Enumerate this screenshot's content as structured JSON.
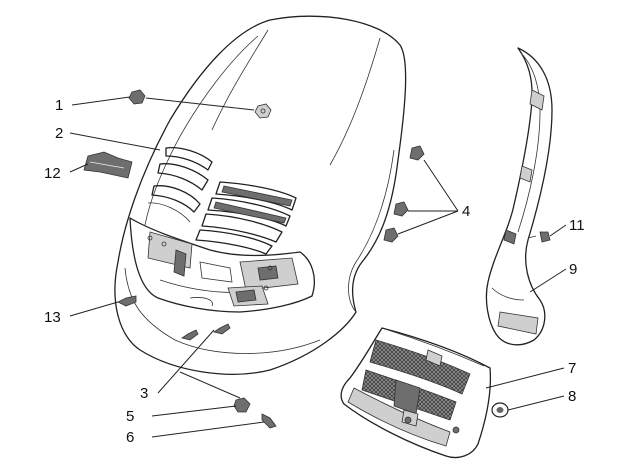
{
  "callouts": [
    {
      "id": "c1",
      "label": "1"
    },
    {
      "id": "c2",
      "label": "2"
    },
    {
      "id": "c3",
      "label": "3"
    },
    {
      "id": "c4",
      "label": "4"
    },
    {
      "id": "c5",
      "label": "5"
    },
    {
      "id": "c6",
      "label": "6"
    },
    {
      "id": "c7",
      "label": "7"
    },
    {
      "id": "c8",
      "label": "8"
    },
    {
      "id": "c9",
      "label": "9"
    },
    {
      "id": "c11",
      "label": "11"
    },
    {
      "id": "c12",
      "label": "12"
    },
    {
      "id": "c13",
      "label": "13"
    }
  ]
}
